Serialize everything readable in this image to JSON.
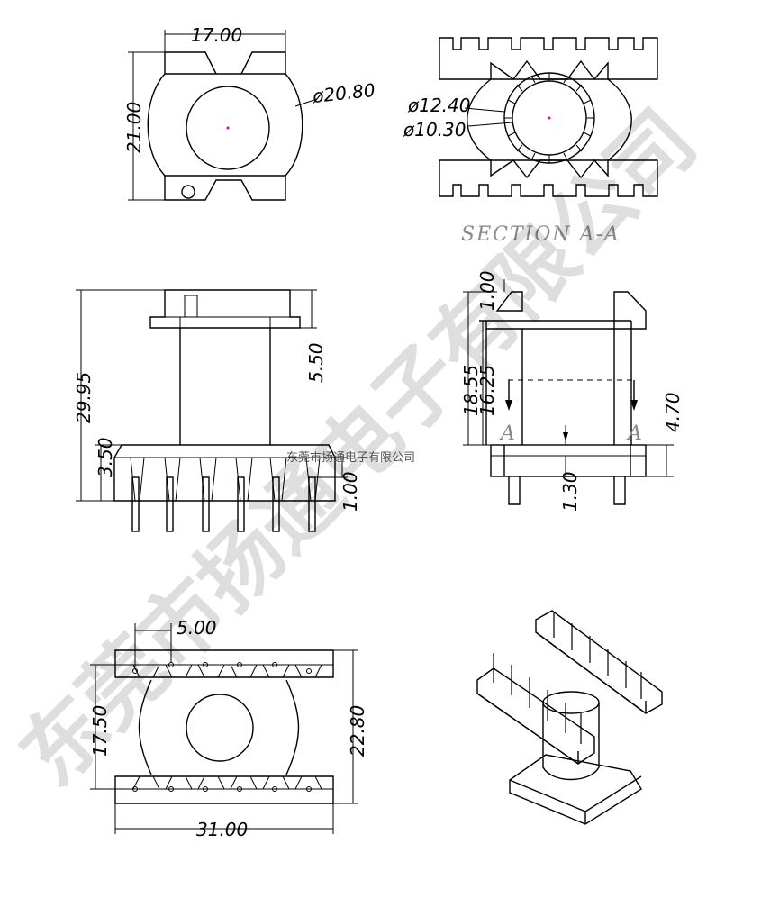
{
  "dimensions": {
    "top_width": "17.00",
    "top_height": "21.00",
    "top_diameter": "ø20.80",
    "section_outer_dia": "ø12.40",
    "section_inner_dia": "ø10.30",
    "front_total_height": "29.95",
    "front_flange_height": "5.50",
    "front_base_height": "3.50",
    "front_base_offset": "1.00",
    "side_top_offset": "1.00",
    "side_height_1": "18.55",
    "side_height_2": "16.25",
    "side_pin_height": "4.70",
    "side_pin_offset": "1.30",
    "bottom_pin_pitch": "5.00",
    "bottom_inner_height": "17.50",
    "bottom_outer_height": "22.80",
    "bottom_width": "31.00"
  },
  "labels": {
    "section_title": "SECTION A-A",
    "section_marker_left": "A",
    "section_marker_right": "A"
  },
  "watermark": {
    "large": "东莞市扬通电子有限公司",
    "small": "东莞市扬通电子有限公司"
  }
}
